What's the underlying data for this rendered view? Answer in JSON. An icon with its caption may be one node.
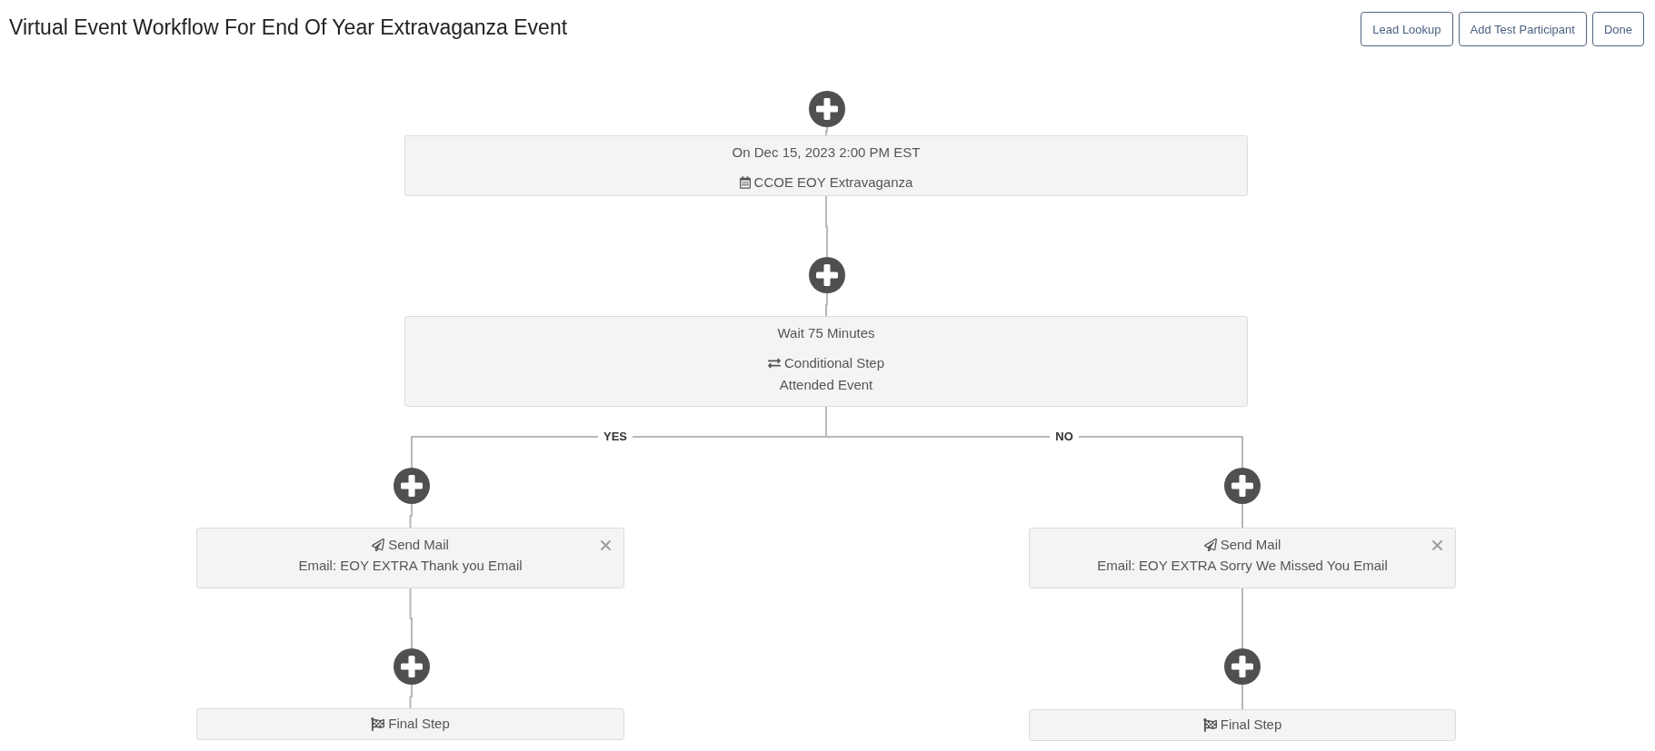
{
  "diagram": {
    "title": "Virtual Event Workflow For End Of Year Extravaganza Event",
    "nodes": [
      {
        "text": [],
        "shape": "circle"
      },
      {
        "text": [
          "On Dec 15, 2023 2:00 PM EST",
          "CCOE EOY Extravaganza"
        ]
      },
      {
        "text": [],
        "shape": "circle"
      },
      {
        "text": [
          "Wait 75 Minutes",
          "Conditional Step",
          "Attended Event"
        ]
      },
      {
        "text": [],
        "shape": "circle"
      },
      {
        "text": [],
        "shape": "circle"
      },
      {
        "text": [
          "Send Mail",
          "Email: EOY EXTRA Thank you Email"
        ]
      },
      {
        "text": [
          "Send Mail",
          "Email: EOY EXTRA Sorry We Missed You Email"
        ]
      },
      {
        "text": [],
        "shape": "circle"
      },
      {
        "text": [],
        "shape": "circle"
      },
      {
        "text": [
          "Final Step"
        ]
      },
      {
        "text": [
          "Final Step"
        ]
      }
    ],
    "edges": [
      {
        "from": 0,
        "to": 1,
        "arrow": "none"
      },
      {
        "from": 1,
        "to": 2,
        "arrow": "none"
      },
      {
        "from": 2,
        "to": 3,
        "arrow": "none"
      },
      {
        "from": 3,
        "to": 4,
        "arrow": "none",
        "label": "YES"
      },
      {
        "from": 3,
        "to": 5,
        "arrow": "none",
        "label": "NO"
      },
      {
        "from": 4,
        "to": 6,
        "arrow": "none"
      },
      {
        "from": 5,
        "to": 7,
        "arrow": "none"
      },
      {
        "from": 6,
        "to": 8,
        "arrow": "none"
      },
      {
        "from": 7,
        "to": 9,
        "arrow": "none"
      },
      {
        "from": 8,
        "to": 10,
        "arrow": "none"
      },
      {
        "from": 9,
        "to": 11,
        "arrow": "none"
      }
    ],
    "labels": [
      "Lead Lookup",
      "Add Test Participant",
      "Done"
    ]
  }
}
